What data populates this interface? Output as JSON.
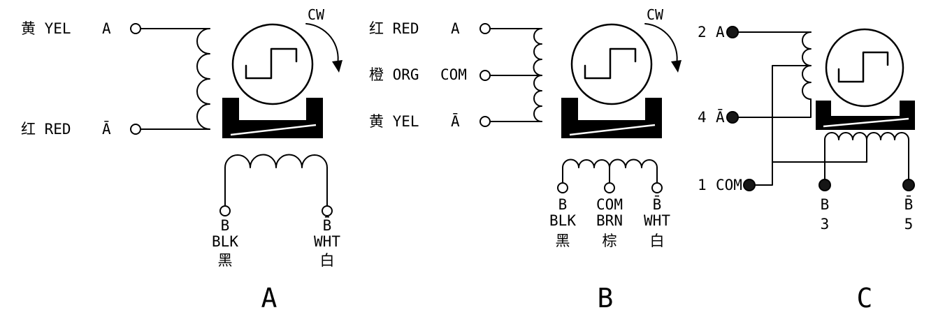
{
  "colors": {
    "line": "#000000",
    "bracket": "#000000",
    "background": "#ffffff"
  },
  "diagrams": {
    "a": {
      "label": "A",
      "cw": "CW",
      "left": [
        {
          "wire": "黄 YEL",
          "phase": "A"
        },
        {
          "wire": "红 RED",
          "phase": "Ā"
        }
      ],
      "bottom": [
        {
          "phase": "B",
          "wire": "BLK",
          "cn": "黑"
        },
        {
          "phase": "B̄",
          "wire": "WHT",
          "cn": "白"
        }
      ]
    },
    "b": {
      "label": "B",
      "cw": "CW",
      "left": [
        {
          "wire": "红 RED",
          "phase": "A"
        },
        {
          "wire": "橙 ORG",
          "phase": "COM"
        },
        {
          "wire": "黄 YEL",
          "phase": "Ā"
        }
      ],
      "bottom": [
        {
          "phase": "B",
          "wire": "BLK",
          "cn": "黑"
        },
        {
          "phase": "COM",
          "wire": "BRN",
          "cn": "棕"
        },
        {
          "phase": "B̄",
          "wire": "WHT",
          "cn": "白"
        }
      ]
    },
    "c": {
      "label": "C",
      "left": [
        {
          "pin": "2",
          "phase": "A"
        },
        {
          "pin": "4",
          "phase": "Ā"
        },
        {
          "pin": "1",
          "phase": "COM"
        }
      ],
      "bottom": [
        {
          "phase": "B",
          "pin": "3"
        },
        {
          "phase": "B̄",
          "pin": "5"
        }
      ]
    }
  }
}
